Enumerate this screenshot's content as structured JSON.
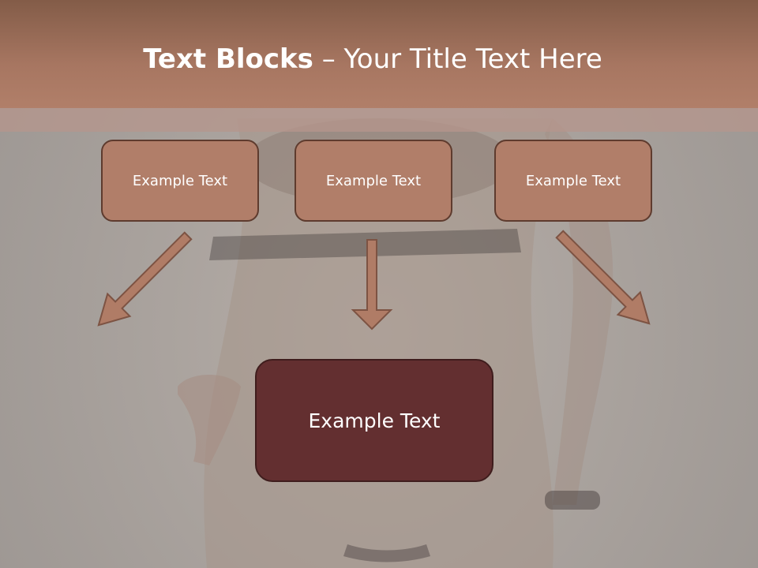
{
  "slide": {
    "title_bold": "Text Blocks",
    "title_rest": "– Your Title Text Here",
    "boxes": [
      {
        "label": "Example Text"
      },
      {
        "label": "Example Text"
      },
      {
        "label": "Example Text"
      }
    ],
    "target": {
      "label": "Example Text"
    }
  },
  "colors": {
    "title_bar": "#a77661",
    "box_fill": "#b17e69",
    "box_border": "#5e3b2e",
    "target_fill": "#632f30",
    "arrow_fill": "#b07c66",
    "arrow_stroke": "#7d5343"
  }
}
